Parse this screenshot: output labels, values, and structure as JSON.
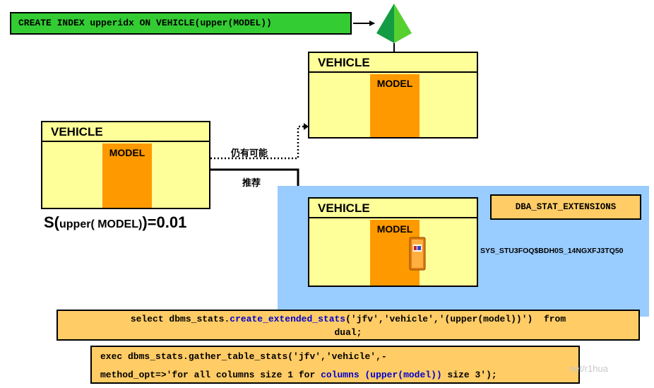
{
  "create_index_sql": "CREATE INDEX upperidx ON VEHICLE(upper(MODEL))",
  "left_table": {
    "title": "VEHICLE",
    "column": "MODEL"
  },
  "top_table": {
    "title": "VEHICLE",
    "column": "MODEL"
  },
  "bottom_table": {
    "title": "VEHICLE",
    "column": "MODEL"
  },
  "selectivity": {
    "prefix": "S(",
    "expr": "upper( MODEL)",
    "suffix": ")=0.01"
  },
  "still_possible_label": "仍有可能",
  "recommended_label": "推荐",
  "dba_view": "DBA_STAT_EXTENSIONS",
  "extension_name": "SYS_STU3FOQ$BDH0S_14NGXFJ3TQ50",
  "select_stmt": {
    "prefix": "select dbms_stats.",
    "func": "create_extended_stats",
    "args": "('jfv','vehicle','(upper(model))')",
    "gap": "  ",
    "from_kw": "from",
    "line2": "dual;"
  },
  "exec_stmt": {
    "line1": "exec dbms_stats.gather_table_stats('jfv','vehicle',-",
    "line2_prefix": "method_opt=>'for all columns size 1 for ",
    "line2_blue": "columns (upper(model))",
    "line2_suffix": " size 3');"
  },
  "watermark": "net/r1hua",
  "colors": {
    "sql_green": "#33cc33",
    "table_fill": "#ffff99",
    "column_fill": "#ff9900",
    "stmt_fill": "#ffcc66",
    "highlight_panel": "#99ccff",
    "function_blue": "#0000cc"
  }
}
